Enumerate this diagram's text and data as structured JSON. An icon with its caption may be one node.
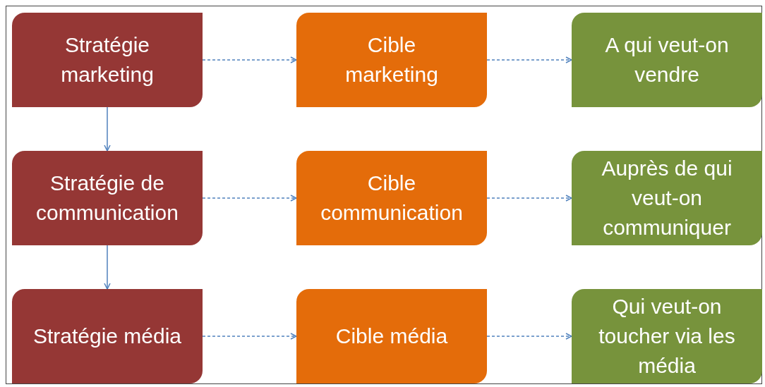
{
  "diagram": {
    "nodes": [
      {
        "text": [
          "Stratégie marketing"
        ]
      },
      {
        "text": [
          "Cible marketing"
        ]
      },
      {
        "text": [
          "A qui veut-on vendre"
        ]
      },
      {
        "text": [
          "Stratégie de communication"
        ]
      },
      {
        "text": [
          "Cible communication"
        ]
      },
      {
        "text": [
          "Auprès de qui veut-on communiquer"
        ]
      },
      {
        "text": [
          "Stratégie média"
        ]
      },
      {
        "text": [
          "Cible média"
        ]
      },
      {
        "text": [
          "Qui veut-on toucher via les média"
        ]
      }
    ],
    "edges": [
      {
        "from": 0,
        "to": 1,
        "arrow": "to",
        "style": "dashed"
      },
      {
        "from": 1,
        "to": 2,
        "arrow": "to",
        "style": "dashed"
      },
      {
        "from": 3,
        "to": 4,
        "arrow": "to",
        "style": "dashed"
      },
      {
        "from": 4,
        "to": 5,
        "arrow": "to",
        "style": "dashed"
      },
      {
        "from": 6,
        "to": 7,
        "arrow": "to",
        "style": "dashed"
      },
      {
        "from": 7,
        "to": 8,
        "arrow": "to",
        "style": "dashed"
      },
      {
        "from": 0,
        "to": 3,
        "arrow": "to"
      },
      {
        "from": 3,
        "to": 6,
        "arrow": "to"
      }
    ]
  }
}
